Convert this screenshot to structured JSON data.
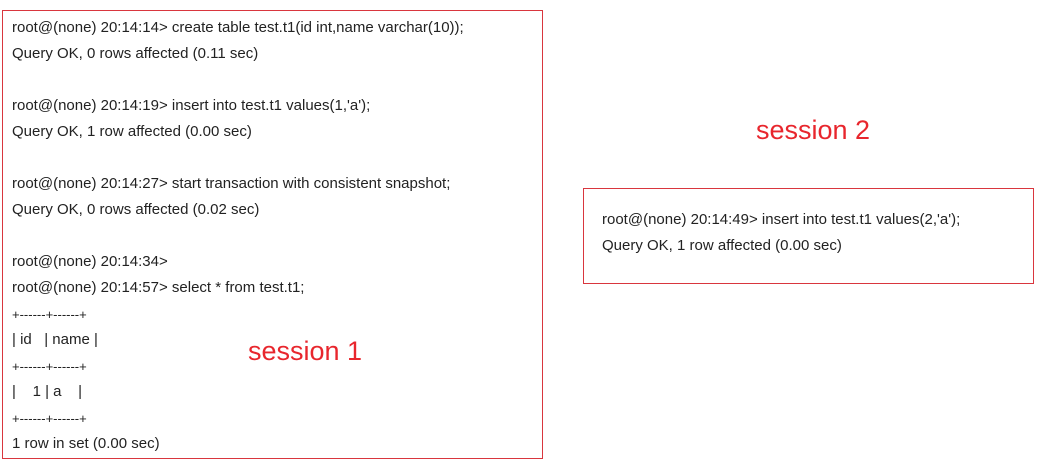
{
  "session1": {
    "label": "session 1",
    "lines": [
      "root@(none) 20:14:14> create table test.t1(id int,name varchar(10));",
      "Query OK, 0 rows affected (0.11 sec)",
      "root@(none) 20:14:19> insert into test.t1 values(1,'a');",
      "Query OK, 1 row affected (0.00 sec)",
      "root@(none) 20:14:27> start transaction with consistent snapshot;",
      "Query OK, 0 rows affected (0.02 sec)",
      "root@(none) 20:14:34>",
      "root@(none) 20:14:57> select * from test.t1;",
      "+------+------+",
      "| id   | name |",
      "+------+------+",
      "|    1 | a    |",
      "+------+------+",
      "1 row in set (0.00 sec)"
    ]
  },
  "session2": {
    "label": "session 2",
    "lines": [
      "root@(none) 20:14:49> insert into test.t1 values(2,'a');",
      "Query OK, 1 row affected (0.00 sec)"
    ]
  }
}
